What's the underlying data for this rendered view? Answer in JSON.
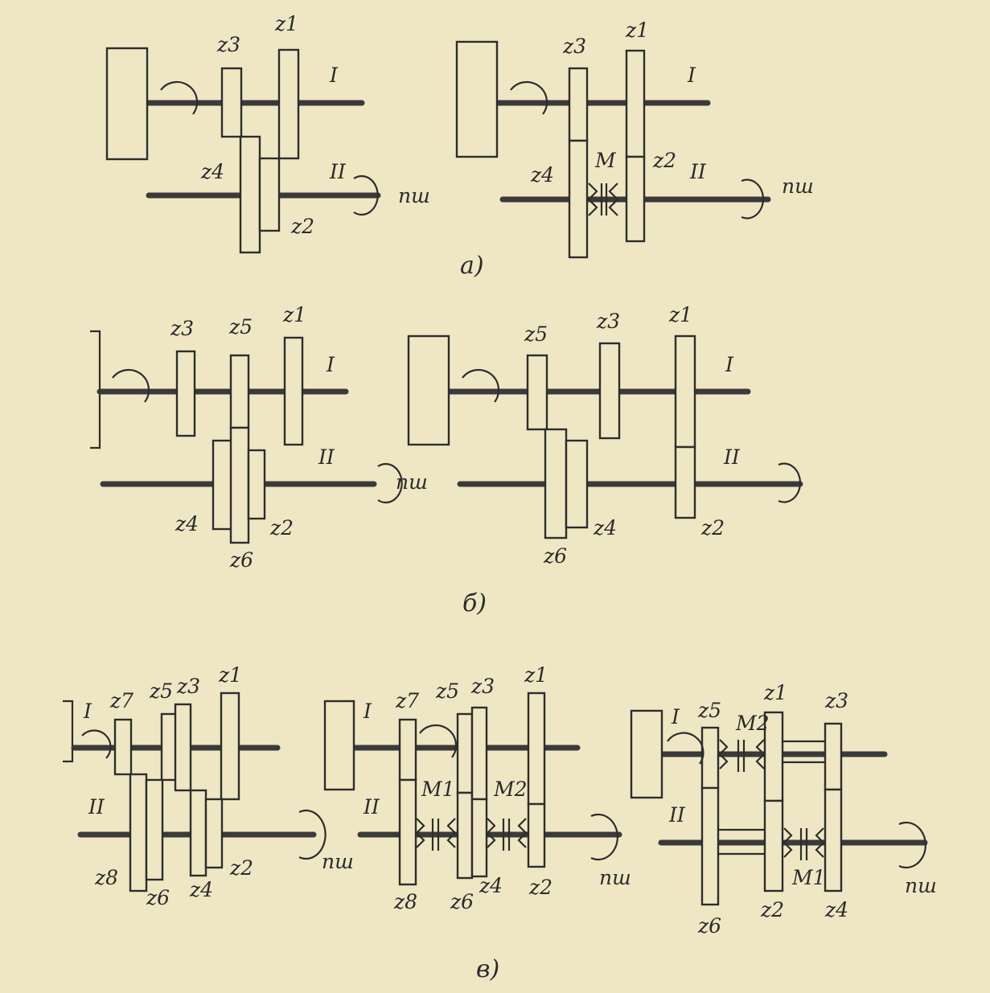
{
  "figure": {
    "caption_a": "а)",
    "caption_b": "б)",
    "caption_c": "в)"
  },
  "labels": {
    "shaft_1": "I",
    "shaft_2": "II",
    "output_speed": "nш",
    "z1": "z1",
    "z2": "z2",
    "z3": "z3",
    "z4": "z4",
    "z5": "z5",
    "z6": "z6",
    "z7": "z7",
    "z8": "z8",
    "clutch": "M",
    "clutch_1": "M1",
    "clutch_2": "M2"
  }
}
